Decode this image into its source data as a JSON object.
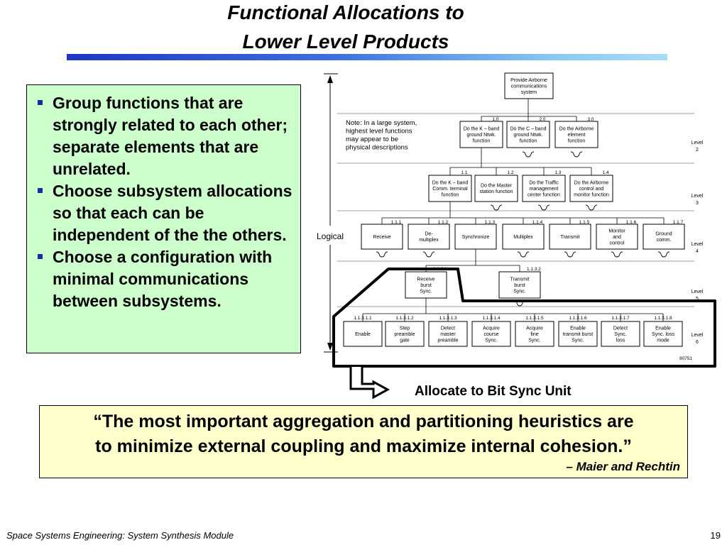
{
  "title": {
    "line1": "Functional Allocations to",
    "line2": "Lower Level Products"
  },
  "bullets": [
    "Group functions that are strongly related to each other; separate elements that are unrelated.",
    "Choose subsystem allocations so that each can be independent of the the others.",
    "Choose a configuration with minimal communications between subsystems."
  ],
  "diagram": {
    "top_box": [
      "Provide Airborne",
      "communications",
      "system"
    ],
    "note": [
      "Note:  In a large system,",
      "highest level functions",
      "may appear to be",
      "physical descriptions"
    ],
    "axis_label": "Logical",
    "level_word": "Level",
    "levels": [
      "2",
      "3",
      "4",
      "5",
      "6"
    ],
    "figure_number": "90751",
    "level2": [
      {
        "num": "1.0",
        "text": [
          "Do the K – band",
          "ground Ntwk.",
          "function"
        ]
      },
      {
        "num": "2.0",
        "text": [
          "Do the C – band",
          "ground Ntwk.",
          "function"
        ]
      },
      {
        "num": "3.0",
        "text": [
          "Do the Airborne",
          "element",
          "function"
        ]
      }
    ],
    "level3": [
      {
        "num": "1.1",
        "text": [
          "Do the K – band",
          "Comm. terminal",
          "function"
        ]
      },
      {
        "num": "1.2",
        "text": [
          "Do the Master",
          "station function"
        ]
      },
      {
        "num": "1.3",
        "text": [
          "Do the Traffic",
          "management",
          "center function"
        ]
      },
      {
        "num": "1.4",
        "text": [
          "Do the Airborne",
          "control and",
          "monitor function"
        ]
      }
    ],
    "level4": [
      {
        "num": "1.1.1",
        "text": [
          "Receive"
        ]
      },
      {
        "num": "1.1.2",
        "text": [
          "De-",
          "multiplex"
        ]
      },
      {
        "num": "1.1.3",
        "text": [
          "Synchronize"
        ]
      },
      {
        "num": "1.1.4",
        "text": [
          "Multiplex"
        ]
      },
      {
        "num": "1.1.5",
        "text": [
          "Transmit"
        ]
      },
      {
        "num": "1.1.6",
        "text": [
          "Monitor",
          "and",
          "control"
        ]
      },
      {
        "num": "1.1.7",
        "text": [
          "Ground",
          "comm."
        ]
      }
    ],
    "level5": [
      {
        "num": "1.1.3.1",
        "text": [
          "Receive",
          "burst",
          "Sync."
        ]
      },
      {
        "num": "1.1.3.2",
        "text": [
          "Transmit",
          "burst",
          "Sync."
        ]
      }
    ],
    "level6": [
      {
        "num": "1.1.3.1.1",
        "text": [
          "Enable"
        ]
      },
      {
        "num": "1.1.3.1.2",
        "text": [
          "Step",
          "preamble",
          "gate"
        ]
      },
      {
        "num": "1.1.3.1.3",
        "text": [
          "Detect",
          "master",
          "preamble"
        ]
      },
      {
        "num": "1.1.3.1.4",
        "text": [
          "Acquire",
          "course",
          "Sync."
        ]
      },
      {
        "num": "1.1.3.1.5",
        "text": [
          "Acquire",
          "fine",
          "Sync."
        ]
      },
      {
        "num": "1.1.3.1.6",
        "text": [
          "Enable",
          "transmit burst",
          "Sync."
        ]
      },
      {
        "num": "1.1.3.1.7",
        "text": [
          "Detect",
          "Sync.",
          "loss"
        ]
      },
      {
        "num": "1.1.3.1.8",
        "text": [
          "Enable",
          "Sync. loss",
          "mode"
        ]
      }
    ]
  },
  "allocate_label": "Allocate to Bit Sync Unit",
  "quote": {
    "line1": "“The most important aggregation and partitioning heuristics are",
    "line2": "to minimize external coupling and maximize internal cohesion.”",
    "attribution": "– Maier and Rechtin"
  },
  "footer": "Space Systems Engineering: System Synthesis Module",
  "page_number": "19",
  "colors": {
    "title_bar_start": "#1f36c4",
    "title_bar_end": "#a9ddf6",
    "bullet_box": "#ccffcc",
    "quote_box": "#ffffcc",
    "bullet": "#1030a0"
  }
}
